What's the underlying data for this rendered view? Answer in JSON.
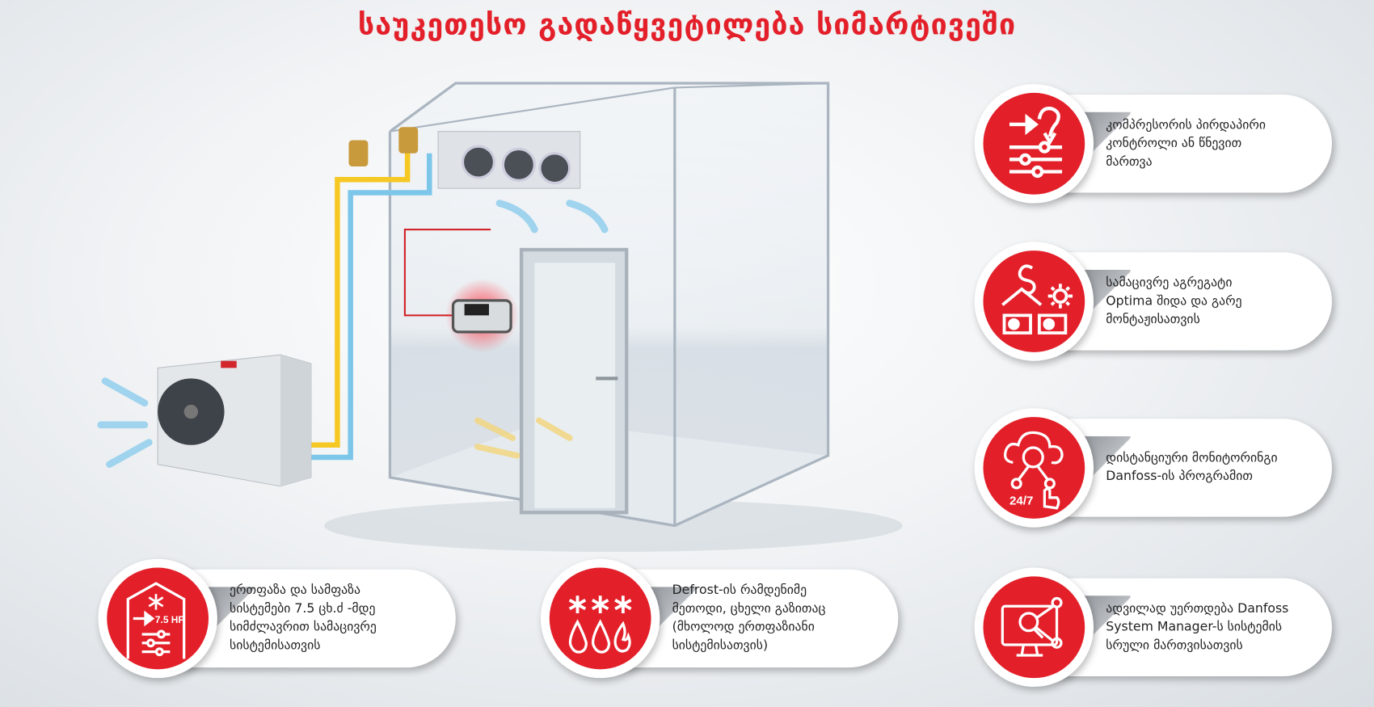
{
  "title": "საუკეთესო გადაწყვეტილება სიმარტივეში",
  "colors": {
    "brand_red": "#e3202a",
    "pipe_yellow": "#f6c824",
    "pipe_blue": "#7cc6ea",
    "wire_red": "#d2262c"
  },
  "features": [
    {
      "icon": "direct-control-sliders-icon",
      "lines": [
        "კომპრესორის პირდაპირი",
        "კონტროლი ან წნევით",
        "მართვა"
      ]
    },
    {
      "icon": "indoor-outdoor-unit-icon",
      "lines": [
        "სამაცივრე აგრეგატი",
        "Optima შიდა და გარე",
        "მონტაჟისათვის"
      ]
    },
    {
      "icon": "cloud-monitoring-icon",
      "icon_label": "24/7",
      "lines": [
        "დისტანციური მონიტორინგი",
        "Danfoss-ის პროგრამით"
      ]
    },
    {
      "icon": "monitor-network-icon",
      "lines": [
        "ადვილად უერთდება Danfoss",
        "System Manager-ს სისტემის",
        "სრული მართვისათვის"
      ]
    },
    {
      "icon": "phase-power-icon",
      "icon_label": "7.5 HP",
      "lines": [
        "ერთფაზა და სამფაზა",
        "სისტემები 7.5 ცხ.ძ -მდე",
        "სიმძლავრით სამაცივრე",
        "სისტემისათვის"
      ]
    },
    {
      "icon": "defrost-icon",
      "lines": [
        "Defrost-ის რამდენიმე",
        "მეთოდი, ცხელი გაზითაც",
        "(მხოლოდ ერთფაზიანი",
        "სისტემისათვის)"
      ]
    }
  ]
}
